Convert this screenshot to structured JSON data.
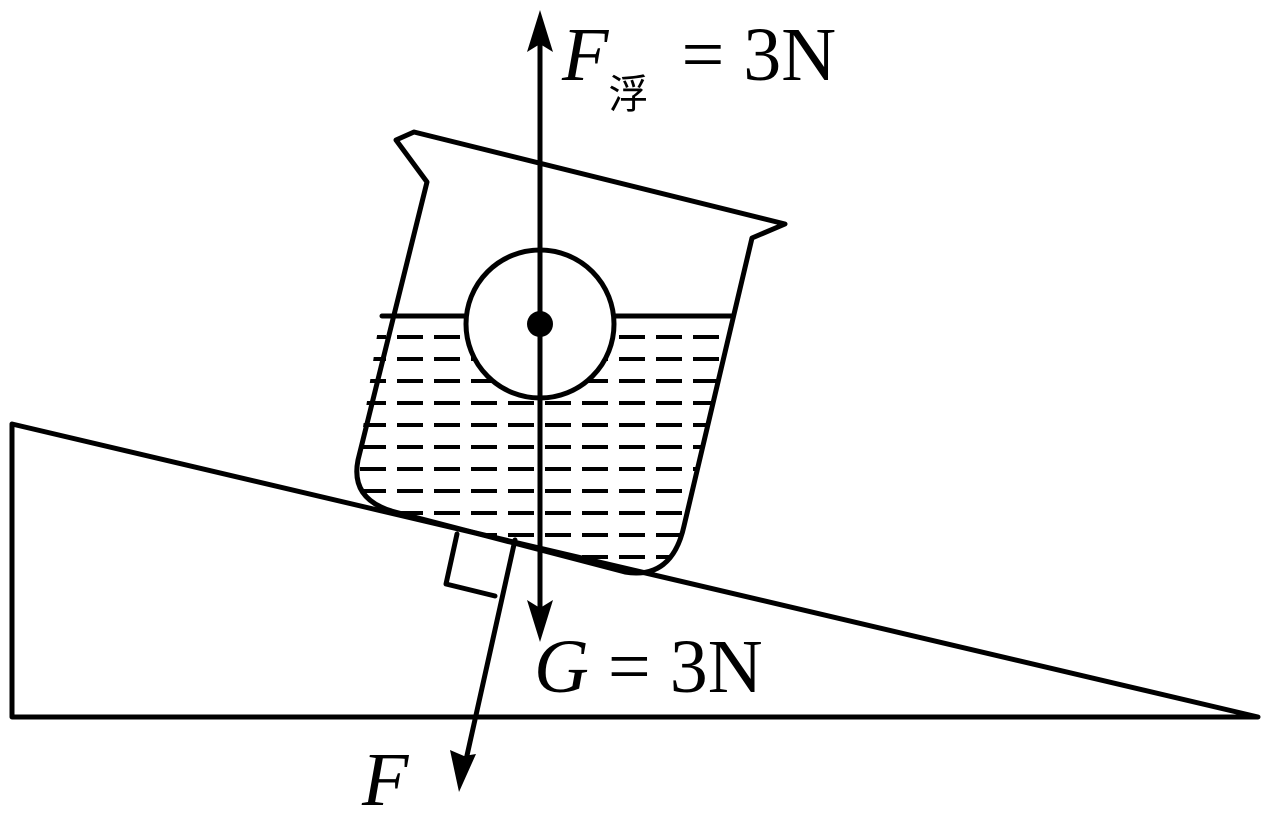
{
  "labels": {
    "buoyancy_symbol": "F",
    "buoyancy_subscript": "浮",
    "buoyancy_value": " = 3N",
    "gravity_symbol": "G",
    "gravity_value": " = 3N",
    "pressure_symbol": "F"
  }
}
